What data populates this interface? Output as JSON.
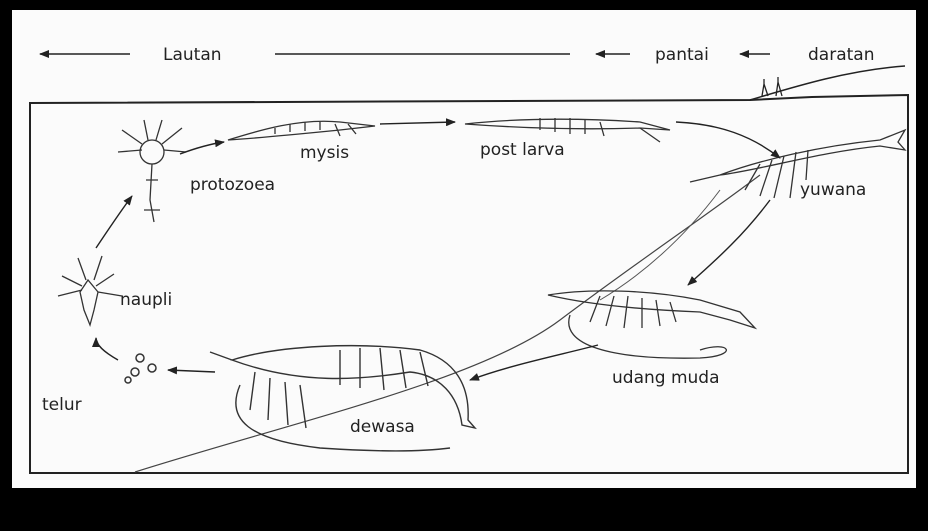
{
  "header": {
    "left_label": "Lautan",
    "middle_label": "pantai",
    "right_label": "daratan"
  },
  "stages": {
    "telur": "telur",
    "naupli": "naupli",
    "protozoea": "protozoea",
    "mysis": "mysis",
    "post_larva": "post larva",
    "yuwana": "yuwana",
    "udang_muda": "udang muda",
    "dewasa": "dewasa"
  },
  "colors": {
    "ink": "#222222",
    "paper": "#fbfbfb",
    "frame": "#000000"
  }
}
